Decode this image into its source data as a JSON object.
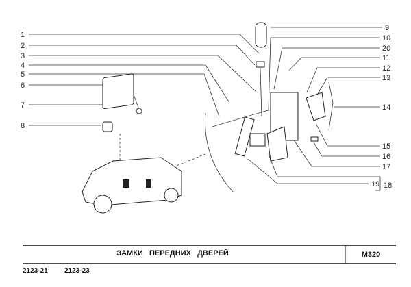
{
  "diagram": {
    "left_callouts": [
      "1",
      "2",
      "3",
      "4",
      "5",
      "6",
      "7",
      "8"
    ],
    "right_callouts": [
      "9",
      "10",
      "20",
      "11",
      "12",
      "13",
      "14",
      "15",
      "16",
      "17",
      "19",
      "18"
    ]
  },
  "title_bar": {
    "title": "ЗАМКИ   ПЕРЕДНИХ   ДВЕРЕЙ",
    "code": "M320"
  },
  "models": [
    "2123-21",
    "2123-23"
  ]
}
